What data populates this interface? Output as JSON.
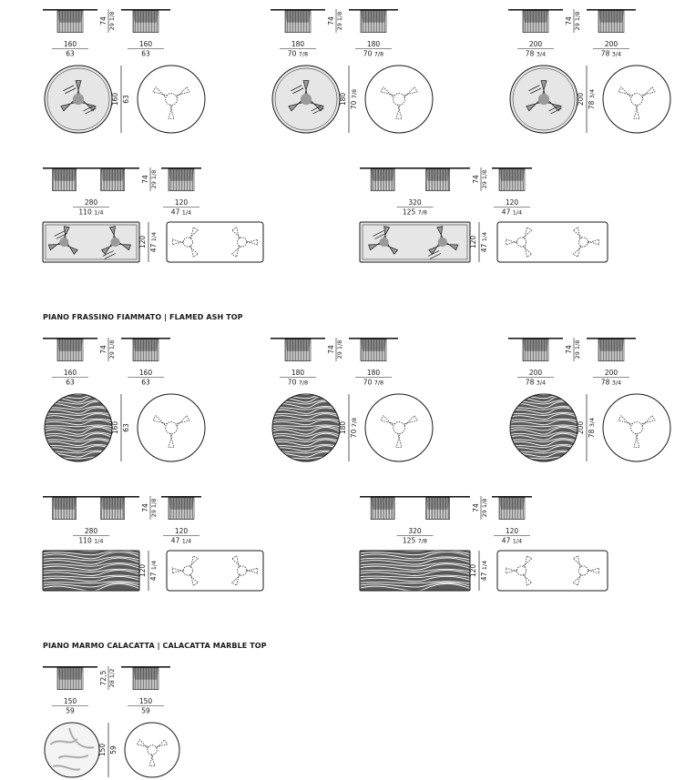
{
  "sections": [
    {
      "id": "glass",
      "title": ""
    },
    {
      "id": "ash",
      "title": "PIANO FRASSINO FIAMMATO | FLAMED ASH TOP"
    },
    {
      "id": "marble",
      "title": "PIANO MARMO CALACATTA | CALACATTA MARBLE TOP"
    }
  ],
  "round_tables": [
    {
      "id": "r160",
      "cm": "160",
      "inch": "63",
      "inch_frac": "",
      "height_cm": "74",
      "height_in": "29 1/8"
    },
    {
      "id": "r180",
      "cm": "180",
      "inch": "70",
      "inch_frac": "7/8",
      "height_cm": "74",
      "height_in": "29 1/8"
    },
    {
      "id": "r200",
      "cm": "200",
      "inch": "78",
      "inch_frac": "3/4",
      "height_cm": "74",
      "height_in": "29 1/8"
    },
    {
      "id": "r150",
      "cm": "150",
      "inch": "59",
      "inch_frac": "",
      "height_cm": "72,5",
      "height_in": "28 1/2"
    }
  ],
  "rect_tables": [
    {
      "id": "t280",
      "length_cm": "280",
      "length_in": "110",
      "length_in_frac": "1/4",
      "width_cm": "120",
      "width_in": "47",
      "width_in_frac": "1/4",
      "height_cm": "74",
      "height_in": "29 1/8"
    },
    {
      "id": "t320",
      "length_cm": "320",
      "length_in": "125",
      "length_in_frac": "7/8",
      "width_cm": "120",
      "width_in": "47",
      "width_in_frac": "1/4",
      "height_cm": "74",
      "height_in": "29 1/8"
    }
  ],
  "icons": {
    "round_glass": "round-glass-top-icon",
    "round_ash": "round-ash-top-icon",
    "round_marble": "round-marble-top-icon",
    "round_base": "round-base-outline-icon",
    "rect_glass": "rect-glass-top-icon",
    "rect_ash": "rect-ash-top-icon",
    "rect_base": "rect-base-outline-icon",
    "side_view": "table-side-view-icon"
  },
  "colors": {
    "ink": "#1a1a1a",
    "glass_fill": "#e6e6e6",
    "base_fill": "#9a9a9a",
    "wood_fill": "#5a5a5a"
  }
}
